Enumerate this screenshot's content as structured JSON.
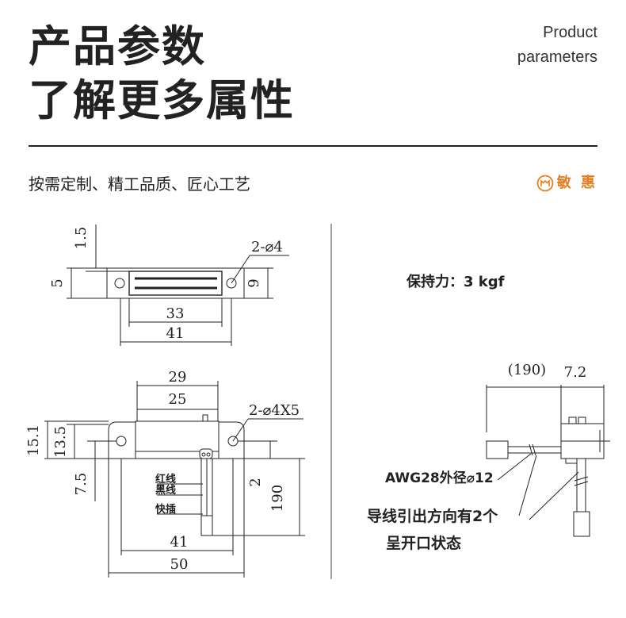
{
  "header": {
    "title_line1": "产品参数",
    "title_line2": "了解更多属性",
    "en_line1": "Product",
    "en_line2": "parameters",
    "subtitle": "按需定制、精工品质、匠心工艺",
    "brand_name": "敏 惠",
    "brand_color": "#e57f1e",
    "brand_icon": "brand-logo-icon"
  },
  "diagram": {
    "top_view": {
      "dim_height_top": "1.5",
      "dim_left": "5",
      "dim_right": "9",
      "holes": "2-⌀4",
      "dim_inner": "33",
      "dim_outer": "41"
    },
    "front_view": {
      "dim_top_outer": "29",
      "dim_top_inner": "25",
      "holes": "2-⌀4X5",
      "dim_15_1": "15.1",
      "dim_13_5": "13.5",
      "dim_7_5": "7.5",
      "dim_2": "2",
      "dim_190": "190",
      "dim_41": "41",
      "dim_50": "50",
      "label_red": "红线",
      "label_black": "黑线",
      "label_plug": "快插"
    },
    "side_view": {
      "holding_force": "保持力：3 kgf",
      "dim_190_paren": "(190)",
      "dim_7_2": "7.2",
      "wire_spec": "AWG28外径⌀12",
      "note_line1": "导线引出方向有2个",
      "note_line2": "呈开口状态"
    }
  }
}
